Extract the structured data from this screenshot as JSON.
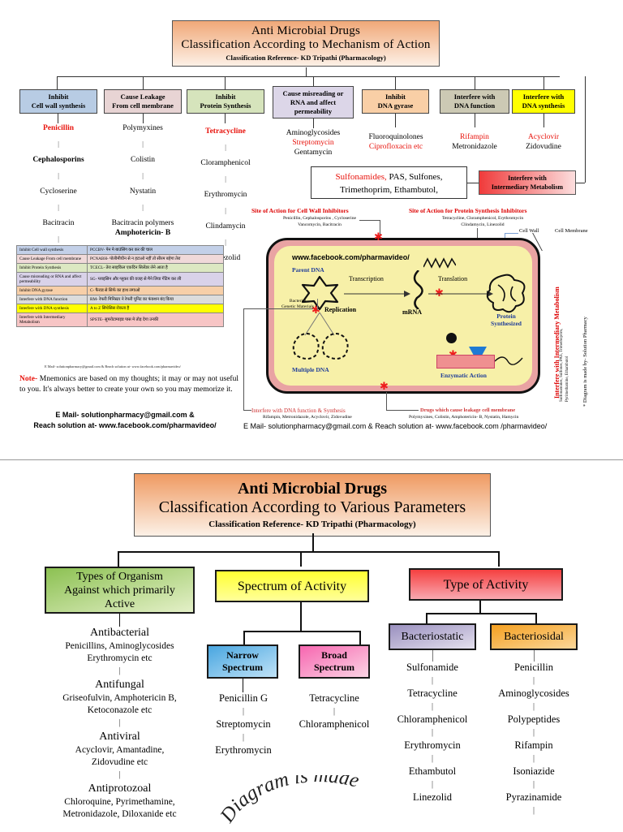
{
  "diagram1": {
    "title_line1": "Anti Microbial Drugs",
    "title_line2": "Classification According to Mechanism of Action",
    "title_sub": "Classification Reference- KD Tripathi (Pharmacology)",
    "categories": [
      {
        "head_l1": "Inhibit",
        "head_l2": "Cell wall synthesis",
        "color": "#b8cce4",
        "drugs": [
          "Penicillin",
          "Cephalosporins",
          "Cycloserine",
          "Bacitracin",
          "Vancomycin"
        ]
      },
      {
        "head_l1": "Cause Leakage",
        "head_l2": "From cell membrane",
        "color": "#e8d4d4",
        "drugs": [
          "Polymyxines",
          "Colistin",
          "Nystatin",
          "Bacitracin polymers",
          "Amphotericin- B",
          "Hamycin"
        ]
      },
      {
        "head_l1": "Inhibit",
        "head_l2": "Protein Synthesis",
        "color": "#d6e4bc",
        "drugs": [
          "Tetracycline",
          "Cloramphenicol",
          "Erythromycin",
          "Clindamycin",
          "Linezolid"
        ]
      },
      {
        "head_l1": "Cause misreading or",
        "head_l2": "RNA and affect",
        "head_l3": "permeability",
        "color": "#dcd6e8",
        "drugs": [
          "Aminoglycosides",
          "Streptomycin",
          "Gentamycin"
        ]
      },
      {
        "head_l1": "Inhibit",
        "head_l2": "DNA gyrase",
        "color": "#f9cfa6",
        "drugs": [
          "Fluoroquinolones",
          "Ciprofloxacin etc"
        ]
      },
      {
        "head_l1": "Interfere with",
        "head_l2": "DNA function",
        "color": "#ccc9b4",
        "drugs": [
          "Rifampin",
          "Metronidazole"
        ]
      },
      {
        "head_l1": "Interfere with",
        "head_l2": "DNA synthesis",
        "color": "#ffff00",
        "drugs": [
          "Acyclovir",
          "Zidovudine"
        ]
      }
    ],
    "sulfa_box_line1": "Sulfonamides,",
    "sulfa_box_line1b": " PAS,  Sulfones,",
    "sulfa_box_line2": "Trimethoprim,  Ethambutol,",
    "intermediary_box_l1": "Interfere with",
    "intermediary_box_l2": "Intermediary Metabolism"
  },
  "mnemonic_table": {
    "rows": [
      {
        "left": "Inhibit Cell wall synthesis",
        "right": "PCCBV- पेन मे बाउंसिंग कर कर की चाल"
      },
      {
        "left": "Cause Leakage From cell membrane",
        "right": "PCNABH- पोलीमीयीन से न हटाओ नहीं तो सीरम बहेगा तेरा"
      },
      {
        "left": "Inhibit Protein Synthesis",
        "right": "TCECL- तेरा साइकिल एकदिन सिलेंडर लेने आता है"
      },
      {
        "left": "Cause misreading or RNA and affect permeability",
        "right": "SG- ग्लाइसिन और ग्लूकर की वजह से मैने लिया गेंटिम कर ली"
      },
      {
        "left": "Inhibit DNA gyrase",
        "right": "C- फैराड से सिर्फ का हाथ लगाओ"
      },
      {
        "left": "Interfere with DNA function",
        "right": "RM- रेफरी मिनिस्टर ने रेफरी यूनिट का फंक्शन बंद किया"
      },
      {
        "left": "Interfere with DNA synthesis",
        "right": "A to Z सिंथेसिस रोकता है"
      },
      {
        "left": "Interfere with Intermediary Metabolism",
        "right": "SPSTE- सुपरोटामाइड पास मे तोड़ देगा उनकी"
      }
    ],
    "credit": "E Mail- solutionpharmacy@gmail.com & Reach solution at- www.facebook.com/pharmavideo/"
  },
  "note": {
    "label": "Note-",
    "text": " Mnemonics are based on my thoughts; it may or may not useful to you. It's always better to create your own so you may memorize it."
  },
  "mail_left": {
    "line1": "E Mail- solutionpharmacy@gmail.com &",
    "line2": "Reach solution at- www.facebook.com/pharmavideo/"
  },
  "mail_bottom": "E Mail- solutionpharmacy@gmail.com & Reach solution at- www.facebook.com /pharmavideo/",
  "cell_diagram": {
    "cellwall_title": "Site of Action for Cell Wall Inhibitors",
    "cellwall_sub1": "Penicillin, Cephalosporins , Cycloserine",
    "cellwall_sub2": "Vancomycin, Bacitracin",
    "protein_title": "Site of Action for Protein Synthesis Inhibitors",
    "protein_sub1": "Tetracycline, Cloramphenicol, Erythromycin",
    "protein_sub2": "Clindamycin, Linezolid",
    "cell_wall_label": "Cell Wall",
    "cell_membrane_label": "Cell  Membrane",
    "fb_url": "www.facebook.com/pharmavideo/",
    "parent_dna": "Parent DNA",
    "bacterial_gm_l1": "Bacterial",
    "bacterial_gm_l2": "Genetic Materials",
    "transcription": "Transcription",
    "translation": "Translation",
    "mrna": "mRNA",
    "replication": "Replication",
    "multiple_dna": "Multiple DNA",
    "protein_synth_l1": "Protein",
    "protein_synth_l2": "Synthesized",
    "enzymatic_action": "Enzymatic Action",
    "dna_func_title": "Interfere with DNA function & Synthesis",
    "dna_func_sub": "Rifampin, Metronidazole, Acyclovir, Zidovudine",
    "leakage_title": "Drugs which cause leakage cell membrane",
    "leakage_sub": "Polymyxines, Colistin, Amphotericin- B, Nystatin, Hamycin",
    "vert_interm": "Interfere with Intermediary Metabolism",
    "vert_interm_sub1": "Sulfonamides, Sulfones, PAS, Trimethoprim,",
    "vert_interm_sub2": "Pyrimethamine, Ethambutol",
    "vert_credit": "* Diagram is made by- Solution Pharmacy"
  },
  "diagram2": {
    "title_line1": "Anti Microbial Drugs",
    "title_line2": "Classification According to Various Parameters",
    "title_sub": "Classification Reference- KD Tripathi (Pharmacology)",
    "branches": [
      {
        "head_l1": "Types of Organism",
        "head_l2": "Against which primarily",
        "head_l3": "Active",
        "color": "#8cc152",
        "groups": [
          {
            "heading": "Antibacterial",
            "items": [
              "Penicillins, Aminoglycosides",
              "Erythromycin etc"
            ]
          },
          {
            "heading": "Antifungal",
            "items": [
              "Griseofulvin, Amphotericin B,",
              "Ketoconazole etc"
            ]
          },
          {
            "heading": "Antiviral",
            "items": [
              "Acyclovir, Amantadine,",
              "Zidovudine etc"
            ]
          },
          {
            "heading": "Antiprotozoal",
            "items": [
              "Chloroquine, Pyrimethamine,",
              "Metronidazole, Diloxanide etc"
            ]
          }
        ]
      },
      {
        "head_l1": "Spectrum of Activity",
        "color": "#ffff33",
        "children": [
          {
            "label_l1": "Narrow",
            "label_l2": "Spectrum",
            "color": "#49a6e0",
            "drugs": [
              "Penicillin G",
              "Streptomycin",
              "Erythromycin"
            ]
          },
          {
            "label_l1": "Broad",
            "label_l2": "Spectrum",
            "color": "#f766b0",
            "drugs": [
              "Tetracycline",
              "Chloramphenicol"
            ]
          }
        ]
      },
      {
        "head_l1": "Type of Activity",
        "color": "#f54040",
        "children": [
          {
            "label_l1": "Bacteriostatic",
            "color": "#9a90bf",
            "drugs": [
              "Sulfonamide",
              "Tetracycline",
              "Chloramphenicol",
              "Erythromycin",
              "Ethambutol",
              "Linezolid"
            ]
          },
          {
            "label_l1": "Bacteriosidal",
            "color": "#f5a021",
            "drugs": [
              "Penicillin",
              "Aminoglycosides",
              "Polypeptides",
              "Rifampin",
              "Isoniazide",
              "Pyrazinamide"
            ]
          }
        ]
      }
    ],
    "curve_text": "Diagram is made"
  }
}
